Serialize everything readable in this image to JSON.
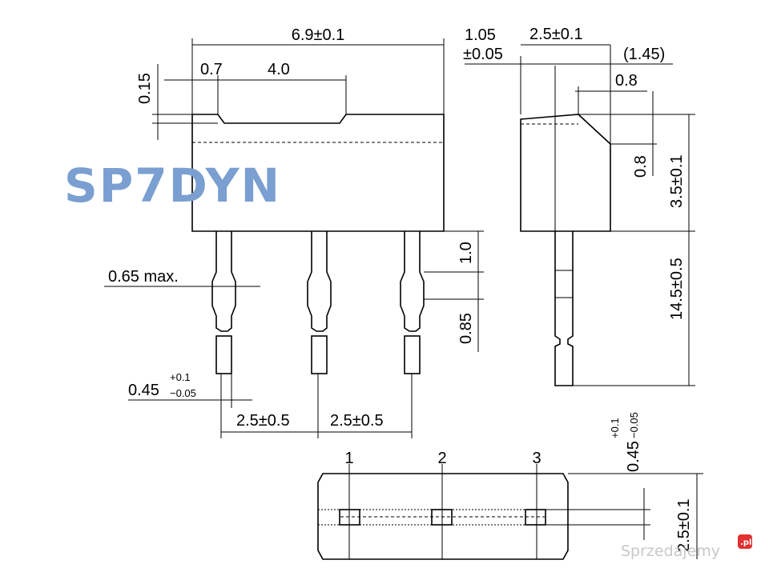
{
  "title": "SP7DYN",
  "front": {
    "width": "6.9±0.1",
    "offset": "0.7",
    "notch": "4.0",
    "step": "0.15",
    "lead_max": "0.65 max.",
    "lead_w_base": "0.45",
    "lead_w_plus": "+0.1",
    "lead_w_minus": "−0.05",
    "pitch_1": "2.5±0.5",
    "pitch_2": "2.5±0.5",
    "shoulder": "1.0",
    "neck": "0.85"
  },
  "side": {
    "a1": "1.05",
    "a2": "±0.05",
    "depth": "2.5±0.1",
    "ref": "(1.45)",
    "chamfer_w": "0.8",
    "chamfer_h": "0.8",
    "height": "3.5±0.1",
    "lead_len": "14.5±0.5"
  },
  "bottom": {
    "pins": [
      "1",
      "2",
      "3"
    ],
    "lead_t_base": "0.45",
    "lead_t_plus": "+0.1",
    "lead_t_minus": "−0.05",
    "depth": "2.5±0.1"
  },
  "watermark": {
    "text": "Sprzedajemy",
    "badge": ".pl"
  }
}
